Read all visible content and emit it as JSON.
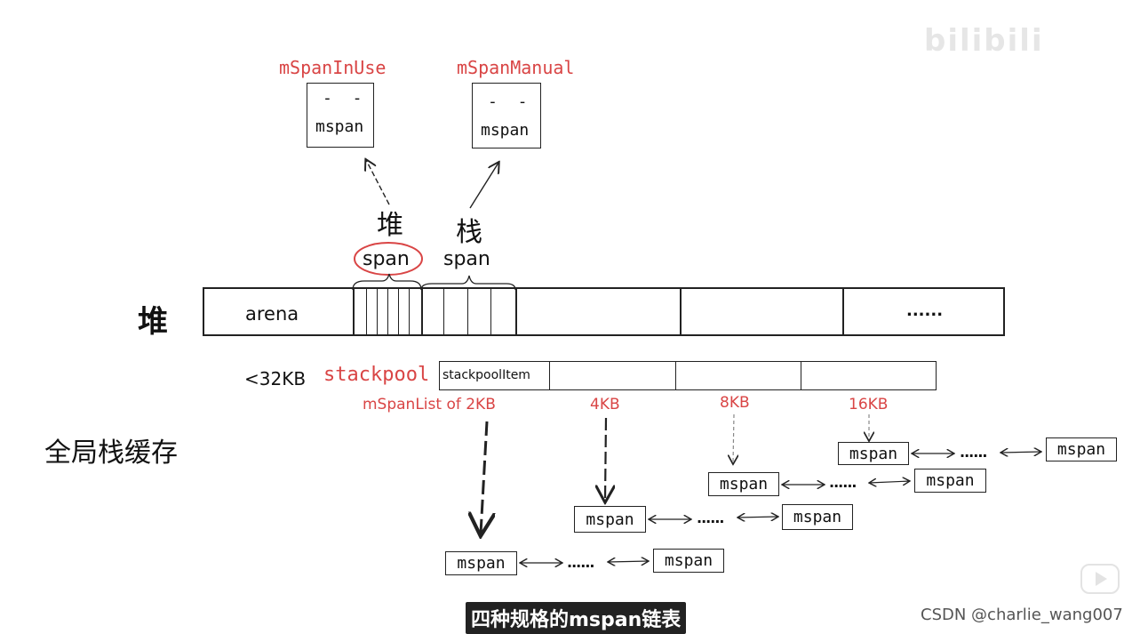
{
  "watermark_top": "bilibili",
  "mspan_in_use": {
    "label": "mSpanInUse",
    "dashes": "- -",
    "text": "mspan"
  },
  "mspan_manual": {
    "label": "mSpanManual",
    "dashes": "- -",
    "text": "mspan"
  },
  "heap_char": "堆",
  "stack_char": "栈",
  "span_heap": "span",
  "span_stack": "span",
  "heap_label": "堆",
  "arena": "arena",
  "ellipsis": "......",
  "size_limit": "<32KB",
  "stackpool": "stackpool",
  "stackpool_item": "stackpoolItem",
  "size_labels": {
    "s2": "mSpanList of 2KB",
    "s4": "4KB",
    "s8": "8KB",
    "s16": "16KB"
  },
  "global_stack_cache": "全局栈缓存",
  "mspan": "mspan",
  "caption": "四种规格的mspan链表",
  "credit": "CSDN @charlie_wang007",
  "colors": {
    "accent": "#d94545",
    "line": "#222222"
  }
}
